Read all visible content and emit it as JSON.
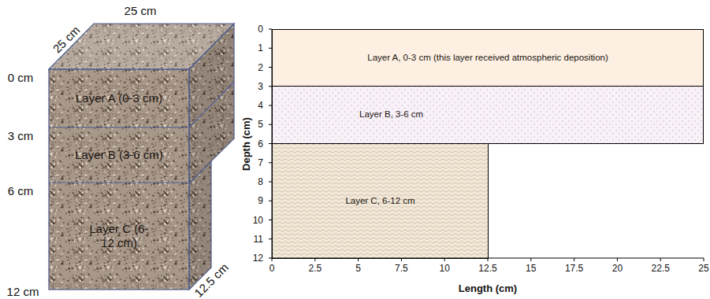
{
  "diagram": {
    "nodes": [
      {
        "text": [
          "Layer A (0-3 cm)"
        ]
      },
      {
        "text": [
          "Layer B (3-6 cm)"
        ]
      },
      {
        "text": [
          "Layer C (6-12 cm)"
        ]
      },
      {
        "text": [
          "Layer A, 0-3 cm (this layer received atmospheric deposition)"
        ]
      },
      {
        "text": [
          "Layer B, 3-6 cm"
        ]
      },
      {
        "text": [
          "Layer C, 6-12 cm"
        ]
      }
    ],
    "labels": [
      "25 cm",
      "25 cm",
      "0 cm",
      "3 cm",
      "6 cm",
      "12 cm",
      "12.5 cm",
      "0",
      "1",
      "2",
      "3",
      "4",
      "5",
      "6",
      "7",
      "8",
      "9",
      "10",
      "11",
      "12",
      "Depth (cm)",
      "0",
      "2.5",
      "5",
      "7.5",
      "10",
      "12.5",
      "15",
      "17.5",
      "20",
      "22.5",
      "25",
      "Length (cm)"
    ]
  }
}
